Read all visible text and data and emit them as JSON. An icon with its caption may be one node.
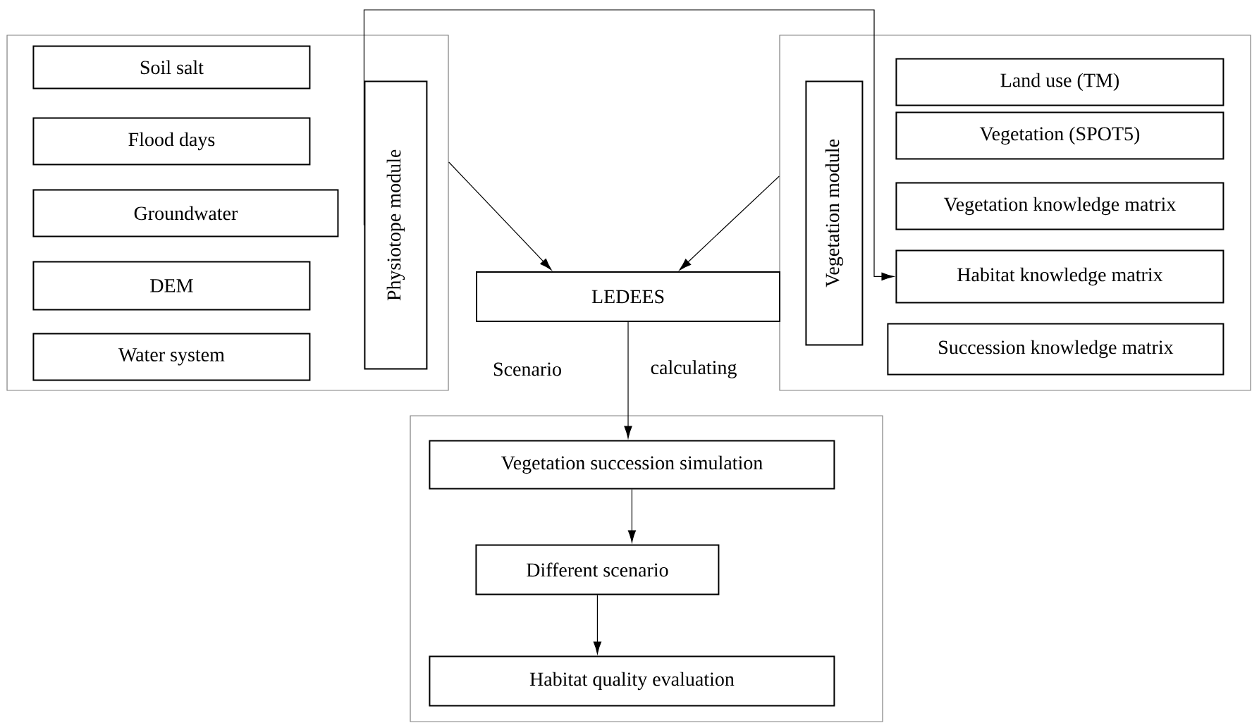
{
  "diagram": {
    "nodes": [
      {
        "text": [],
        "shape": "box"
      },
      {
        "text": [
          "Soil salt"
        ],
        "in": 0
      },
      {
        "text": [
          "Flood days"
        ],
        "in": 0
      },
      {
        "text": [
          "Groundwater"
        ],
        "in": 0
      },
      {
        "text": [
          "DEM"
        ],
        "in": 0
      },
      {
        "text": [
          "Water system"
        ],
        "in": 0
      },
      {
        "text": [
          "Physiotope module"
        ],
        "in": 0
      },
      {
        "text": [],
        "shape": "box"
      },
      {
        "text": [
          "Vegetation module"
        ],
        "in": 7
      },
      {
        "text": [
          "Land use (TM)"
        ],
        "in": 7
      },
      {
        "text": [
          "Vegetation (SPOT5)"
        ],
        "in": 7
      },
      {
        "text": [
          "Vegetation knowledge matrix"
        ],
        "in": 7
      },
      {
        "text": [
          "Habitat knowledge matrix"
        ],
        "in": 7
      },
      {
        "text": [
          "Succession knowledge matrix"
        ],
        "in": 7
      },
      {
        "text": [
          "LEDEES"
        ]
      },
      {
        "text": [],
        "shape": "box"
      },
      {
        "text": [
          "Vegetation succession simulation"
        ],
        "in": 15
      },
      {
        "text": [
          "Different scenario"
        ],
        "in": 15
      },
      {
        "text": [
          "Habitat quality evaluation"
        ],
        "in": 15
      }
    ],
    "edges": [
      {
        "from": 0,
        "to": 14,
        "arrow": "to"
      },
      {
        "from": 7,
        "to": 14,
        "arrow": "to"
      },
      {
        "from": 6,
        "to": 12,
        "arrow": "to"
      },
      {
        "from": 14,
        "to": 16,
        "arrow": "to"
      },
      {
        "from": 16,
        "to": 17,
        "arrow": "to"
      },
      {
        "from": 17,
        "to": 18,
        "arrow": "to"
      }
    ],
    "labels": [
      "Scenario",
      "calculating"
    ]
  }
}
